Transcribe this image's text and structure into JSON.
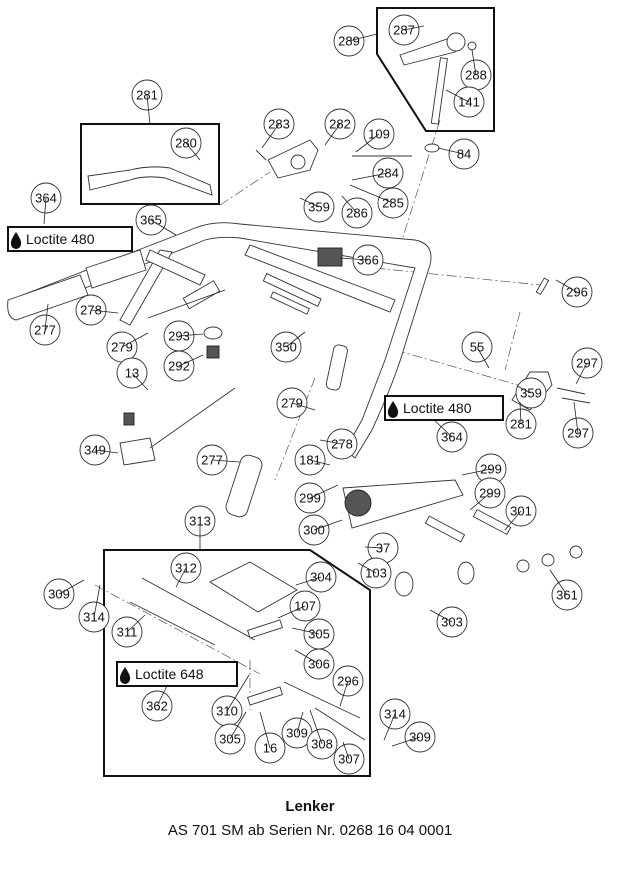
{
  "caption": {
    "title": "Lenker",
    "subtitle": "AS 701 SM ab Serien Nr. 0268 16 04 0001"
  },
  "loctite_labels": [
    {
      "id": "loctite-480-left",
      "text": "Loctite 480",
      "icon": "drop-icon"
    },
    {
      "id": "loctite-480-right",
      "text": "Loctite 480",
      "icon": "drop-icon"
    },
    {
      "id": "loctite-648",
      "text": "Loctite 648",
      "icon": "drop-icon"
    }
  ],
  "callouts": [
    "289",
    "287",
    "288",
    "141",
    "84",
    "281",
    "280",
    "283",
    "282",
    "109",
    "284",
    "285",
    "286",
    "359",
    "364",
    "365",
    "366",
    "296",
    "277",
    "278",
    "279",
    "293",
    "292",
    "350",
    "55",
    "297",
    "359",
    "281",
    "297",
    "13",
    "349",
    "279",
    "364",
    "278",
    "277",
    "181",
    "299",
    "299",
    "299",
    "300",
    "301",
    "37",
    "103",
    "303",
    "361",
    "313",
    "309",
    "314",
    "312",
    "304",
    "107",
    "305",
    "311",
    "306",
    "296",
    "362",
    "310",
    "309",
    "308",
    "314",
    "309",
    "305",
    "16",
    "307"
  ],
  "groups": [
    {
      "id": "group-289",
      "label": "289"
    },
    {
      "id": "group-281",
      "label": "281"
    },
    {
      "id": "group-313",
      "label": "313"
    }
  ]
}
